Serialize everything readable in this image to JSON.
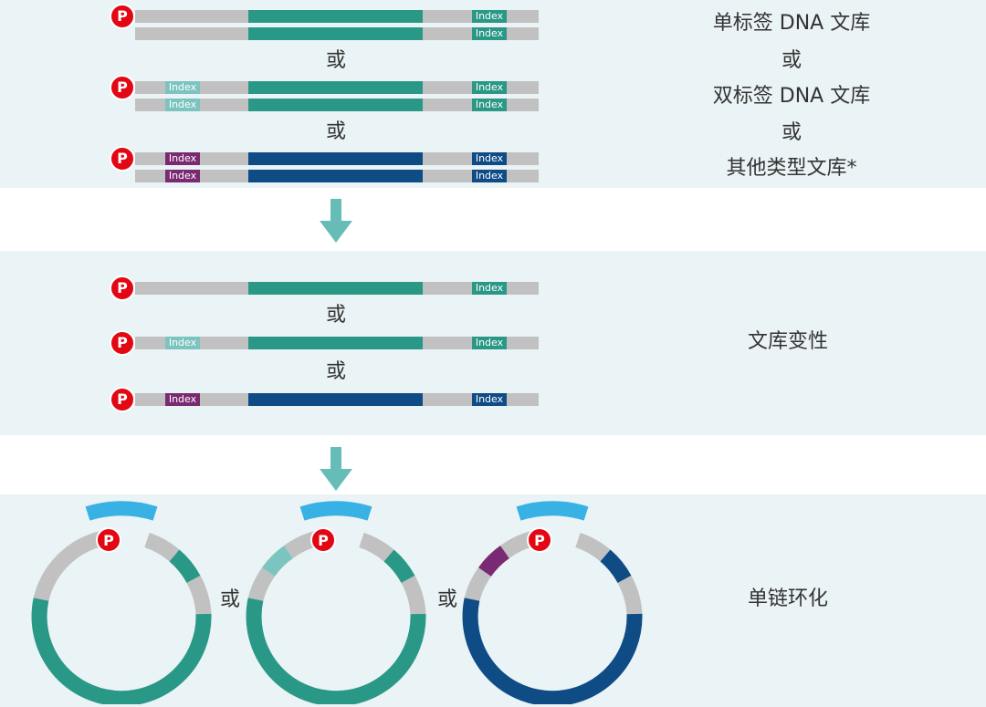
{
  "colors": {
    "panel_bg": "#eaf3f5",
    "backbone": "#c1c1c1",
    "insert_teal": "#2a9886",
    "insert_navy": "#0f4c86",
    "index_teal": "#2a9886",
    "index_light_teal": "#7cc4c0",
    "index_purple": "#7a2a72",
    "index_navy": "#0f4c86",
    "phosphate": "#e30613",
    "arrow": "#66bdb8",
    "cap": "#38b1e4"
  },
  "phosphate_label": "P",
  "index_label": "Index",
  "or_text": "或",
  "labels": {
    "single_index": "单标签 DNA 文库",
    "dual_index": "双标签 DNA 文库",
    "other": "其他类型文库*",
    "denature": "文库变性",
    "circularize": "单链环化"
  },
  "library_types": [
    "single-index",
    "dual-index",
    "other"
  ]
}
